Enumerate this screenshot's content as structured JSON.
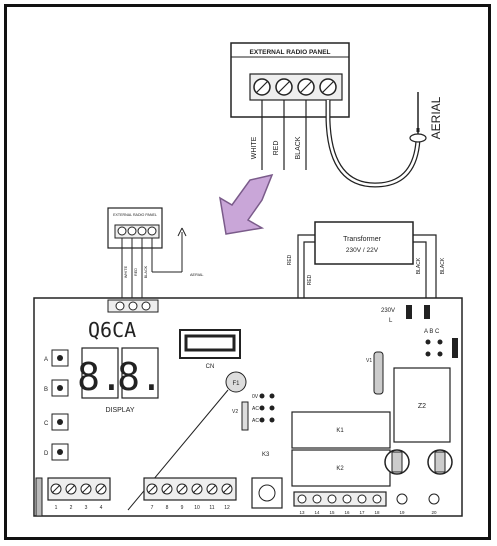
{
  "external_radio_panel": {
    "title": "EXTERNAL RADIO PANEL",
    "wire_labels": [
      "WHITE",
      "RED",
      "BLACK"
    ],
    "aerial_label": "AERIAL"
  },
  "small_radio_panel": {
    "title": "EXTERNAL RADIO PANEL",
    "wire_labels": [
      "WHITE",
      "RED",
      "BLACK"
    ],
    "aerial_label": "AERIAL"
  },
  "transformer": {
    "title": "Transformer",
    "rating": "230V / 22V",
    "wire_left": [
      "RED",
      "RED"
    ],
    "wire_right": [
      "BLACK",
      "BLACK"
    ]
  },
  "board": {
    "model": "Q6CA",
    "display_label": "DISPLAY",
    "display_digits": [
      "8.",
      "8."
    ],
    "connector_label": "CN",
    "fuse_label": "F1",
    "side_buttons": [
      "A",
      "B",
      "C",
      "D"
    ],
    "jumper_labels": [
      "0V",
      "AC",
      "AC"
    ],
    "v_labels": [
      "V2",
      "V1"
    ],
    "power_label": "230V",
    "power_sub": "L",
    "abc_label": "A B C",
    "relay_labels": [
      "K1",
      "K2",
      "K3",
      "Z2"
    ],
    "left_terminal_numbers": [
      "1",
      "2",
      "3",
      "4"
    ],
    "mid_terminal_numbers": [
      "7",
      "8",
      "9",
      "10",
      "11",
      "12"
    ],
    "right_terminal_numbers": [
      "13",
      "14",
      "15",
      "16",
      "17",
      "18"
    ],
    "right_small_labels": [
      "19",
      "20"
    ]
  }
}
